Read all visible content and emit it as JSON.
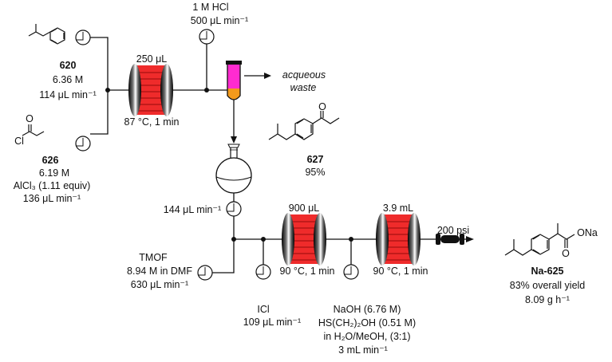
{
  "inputs": {
    "isobutylbenzene": {
      "id": "620",
      "conc": "6.36 M",
      "flow": "114 μL min⁻¹"
    },
    "acyl_chloride": {
      "atom_cl": "Cl",
      "atom_o": "O",
      "id": "626",
      "conc": "6.19 M",
      "additive": "AlCl₃ (1.11 equiv)",
      "flow": "136 μL min⁻¹"
    },
    "hcl": {
      "name": "1 M HCl",
      "flow": "500 μL min⁻¹"
    },
    "tmof": {
      "name": "TMOF",
      "conc": "8.94 M in DMF",
      "flow": "630 μL min⁻¹"
    },
    "icl": {
      "name": "ICl",
      "flow": "109 μL min⁻¹"
    },
    "naoh": {
      "line1": "NaOH (6.76 M)",
      "line2": "HS(CH₂)₂OH (0.51 M)",
      "line3": "in H₂O/MeOH, (3:1)",
      "flow": "3 mL min⁻¹"
    }
  },
  "reactors": {
    "r1": {
      "volume": "250 μL",
      "conditions": "87 °C, 1 min"
    },
    "r2": {
      "volume": "900 μL",
      "conditions": "90 °C, 1 min"
    },
    "r3": {
      "volume": "3.9 mL",
      "conditions": "90 °C, 1 min"
    }
  },
  "separator": {
    "waste_line1": "acqueous",
    "waste_line2": "waste"
  },
  "flask_outflow": "144 μL min⁻¹",
  "intermediate": {
    "atom_o": "O",
    "id": "627",
    "yield": "95%"
  },
  "bpr": "200 psi",
  "product": {
    "atom_ona": "ONa",
    "atom_o": "O",
    "id": "Na-625",
    "yield": "83% overall yield",
    "throughput": "8.09 g h⁻¹"
  },
  "colors": {
    "coil": "#ef2b2b",
    "coil_dark": "#b41616",
    "magenta": "#ff2bd0",
    "orange": "#f39a1c"
  }
}
